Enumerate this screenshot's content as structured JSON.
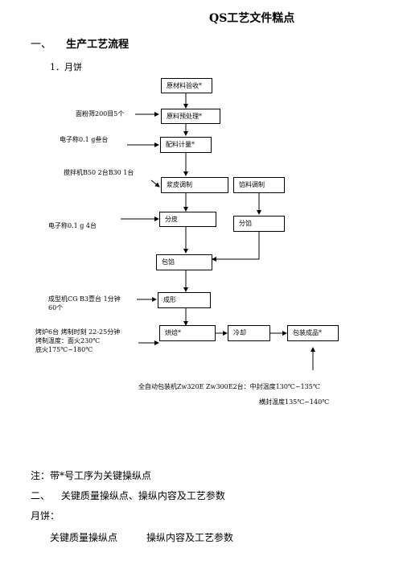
{
  "title": "QS工艺文件糕点",
  "section1": {
    "num": "一、",
    "label": "生产工艺流程"
  },
  "item1": "1．月饼",
  "flow": {
    "raw_accept": "原材料验收*",
    "raw_pre": "原料预处理*",
    "ingredient": "配料计量*",
    "dough": "浆皮调制",
    "filling_prep": "馅料调制",
    "divide_skin": "分皮",
    "divide_fill": "分馅",
    "wrap": "包馅",
    "shape": "成形",
    "bake": "烘焙*",
    "cool": "冷却",
    "pack": "包装成品*"
  },
  "notes": {
    "sieve": "面粉筛200目5个",
    "scale1": "电子称0.1 g叁台",
    "mixer": "搅拌机B50 2台B30 1台",
    "scale2": "电子称0.1 g 4台",
    "former_line1": "成型机CG B3壹台  1分钟",
    "former_line2": "60个",
    "oven_line1": "烤炉6台    烤制时刻  22-25分钟",
    "oven_line2": "烤制温度：面火230℃",
    "oven_line3": "底火175℃~180℃",
    "packer_line1": "全自动包装机Zw320E  Zw300E2台：中封温度130℃~135℃",
    "packer_line2": "横封温度135℃~140℃"
  },
  "footnote": "注：带*号工序为关键操纵点",
  "section2": {
    "num": "二、",
    "label": "关键质量操纵点、操纵内容及工艺参数"
  },
  "mooncake_label": "月饼：",
  "table_headers": {
    "col1": "关键质量操纵点",
    "col2": "操纵内容及工艺参数"
  }
}
